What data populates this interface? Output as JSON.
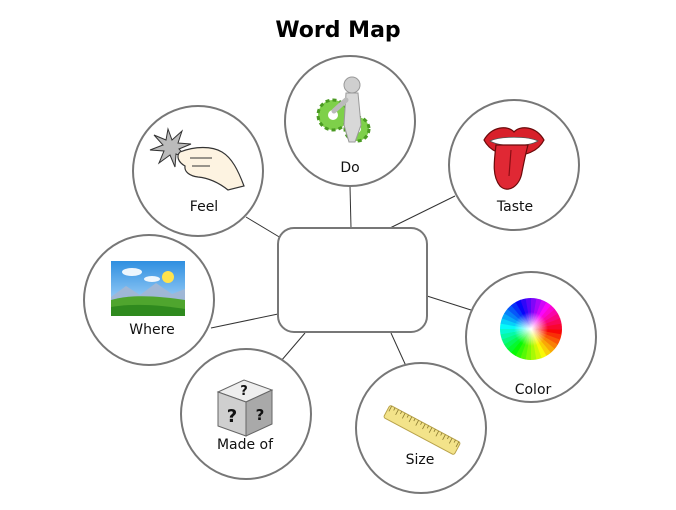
{
  "title": "Word Map",
  "center_box": {
    "text": ""
  },
  "nodes": [
    {
      "id": "do",
      "label": "Do",
      "icon": "gears-figure-icon"
    },
    {
      "id": "feel",
      "label": "Feel",
      "icon": "touch-hand-icon"
    },
    {
      "id": "taste",
      "label": "Taste",
      "icon": "tongue-icon"
    },
    {
      "id": "where",
      "label": "Where",
      "icon": "landscape-icon"
    },
    {
      "id": "color",
      "label": "Color",
      "icon": "color-wheel-icon"
    },
    {
      "id": "made_of",
      "label": "Made of",
      "icon": "question-cube-icon"
    },
    {
      "id": "size",
      "label": "Size",
      "icon": "ruler-icon"
    }
  ],
  "colors": {
    "circle_stroke": "#777777",
    "box_stroke": "#777777",
    "connector": "#333333"
  }
}
